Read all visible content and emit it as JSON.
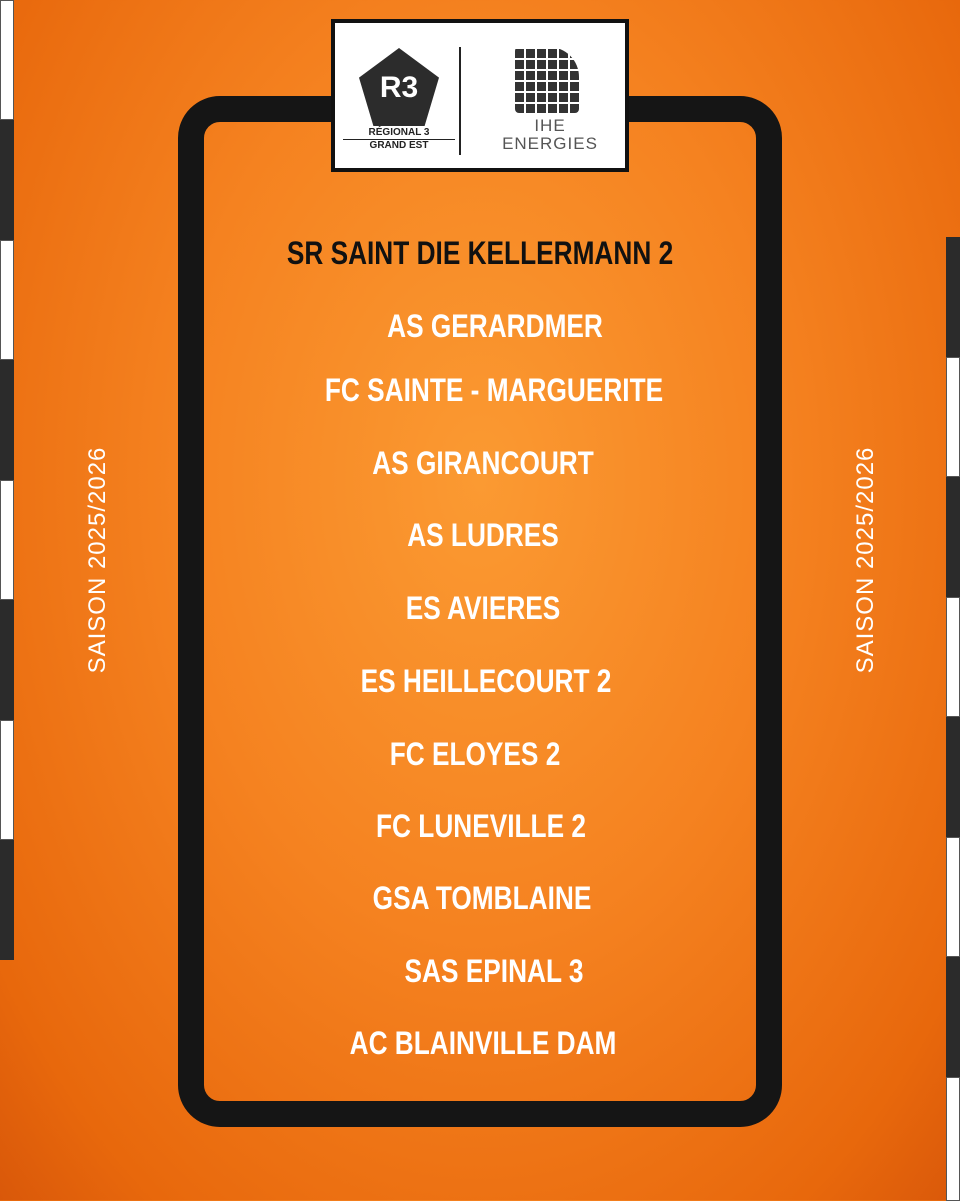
{
  "logo": {
    "badge": "R3",
    "league_line1": "RÉGIONAL 3",
    "league_line2": "GRAND EST",
    "sponsor_line1": "IHE",
    "sponsor_line2": "ENERGIES"
  },
  "season": "SAISON 2025/2026",
  "teams": [
    "SR SAINT DIE KELLERMANN 2",
    "AS GERARDMER",
    "FC SAINTE - MARGUERITE",
    "AS GIRANCOURT",
    "AS LUDRES",
    "ES AVIERES",
    "ES HEILLECOURT 2",
    "FC ELOYES 2",
    "FC LUNEVILLE 2",
    "GSA TOMBLAINE",
    "SAS EPINAL 3",
    "AC BLAINVILLE DAM"
  ]
}
